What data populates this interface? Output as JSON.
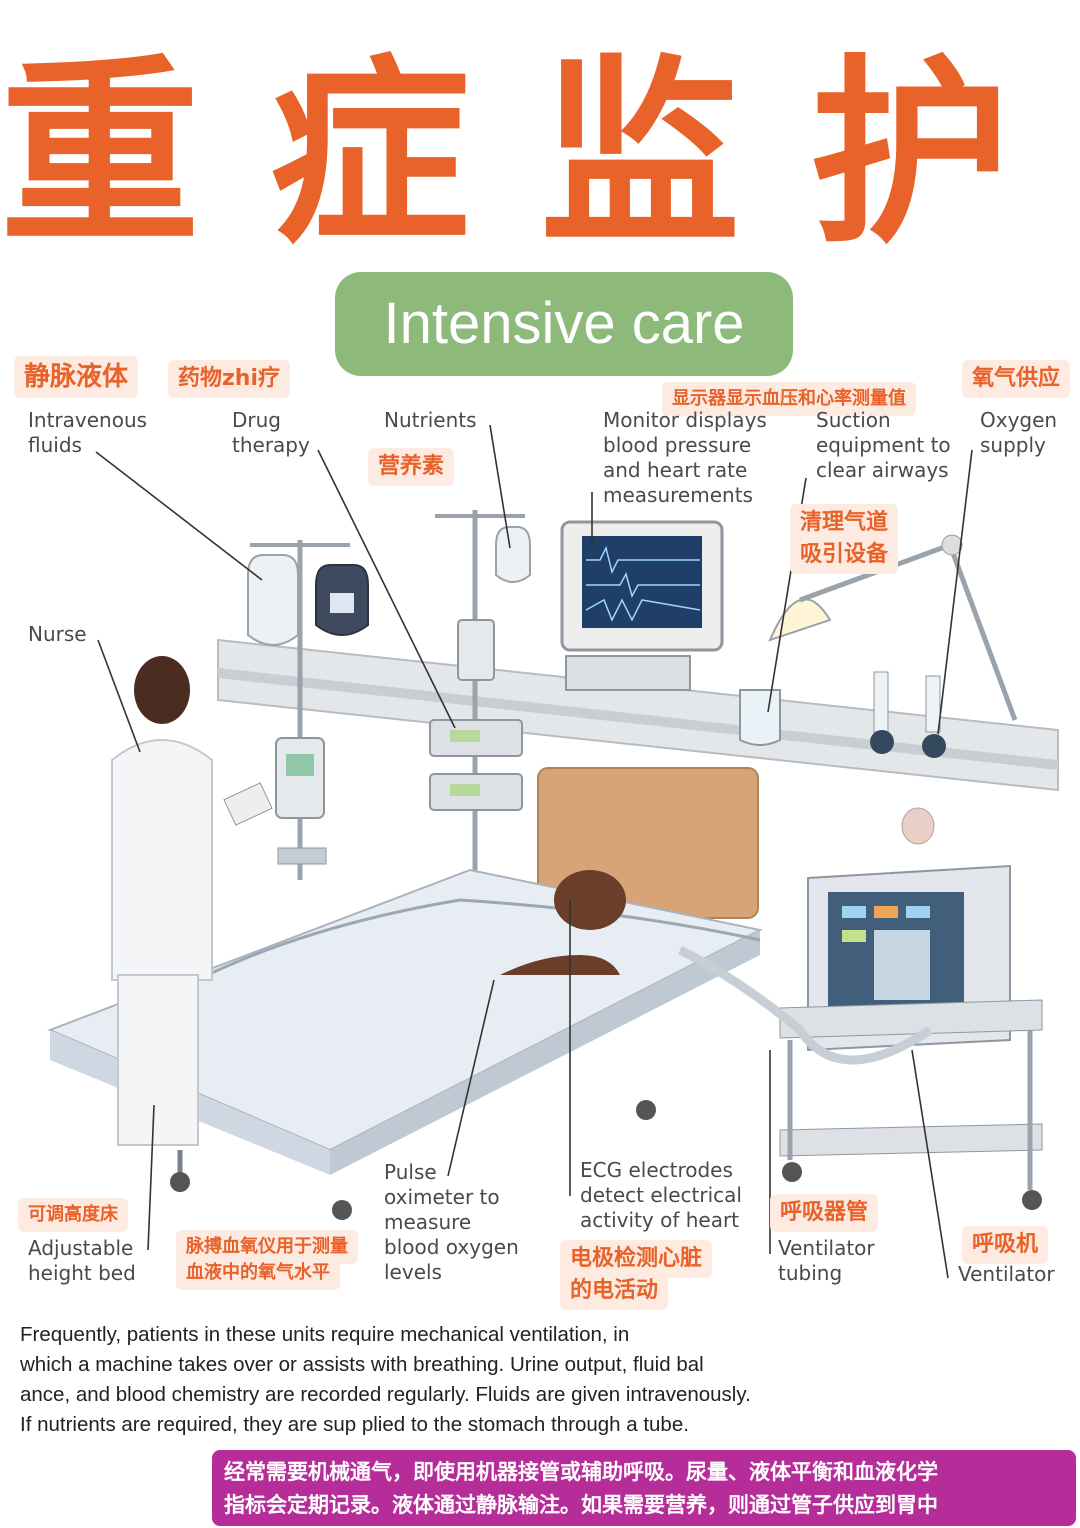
{
  "title": "重症监护",
  "subtitle": "Intensive care",
  "tags": {
    "iv": "静脉液体",
    "drug": "药物zhi疗",
    "nutrients": "营养素",
    "monitor": "显示器显示血压和心率测量值",
    "oxygen": "氧气供应",
    "suction_1": "清理气道",
    "suction_2": "吸引设备",
    "bed": "可调高度床",
    "pulse_1": "脉搏血氧仪用于测量",
    "pulse_2": "血液中的氧气水平",
    "ecg_1": "电极检测心脏",
    "ecg_2": "的电活动",
    "tubing": "呼吸器管",
    "ventilator": "呼吸机"
  },
  "labels": {
    "iv": [
      "Intravenous",
      "fluids"
    ],
    "drug": [
      "Drug",
      "therapy"
    ],
    "nutrients": [
      "Nutrients"
    ],
    "monitor": [
      "Monitor displays",
      "blood pressure",
      "and heart rate",
      "measurements"
    ],
    "suction": [
      "Suction",
      "equipment to",
      "clear airways"
    ],
    "oxygen": [
      "Oxygen",
      "supply"
    ],
    "nurse": [
      "Nurse"
    ],
    "pulse": [
      "Pulse",
      "oximeter to",
      "measure",
      "blood oxygen",
      "levels"
    ],
    "ecg": [
      "ECG electrodes",
      "detect electrical",
      "activity of heart"
    ],
    "bed": [
      "Adjustable",
      "height bed"
    ],
    "tubing": [
      "Ventilator",
      "tubing"
    ],
    "ventilator": [
      "Ventilator"
    ]
  },
  "description": [
    "Frequently, patients in these units require mechanical ventilation, in",
    "which a machine takes over or assists with breathing. Urine output, fluid bal",
    "ance, and blood chemistry are recorded regularly. Fluids are given intravenously.",
    "If nutrients are required, they are sup plied to the stomach through a tube."
  ],
  "translation": [
    "经常需要机械通气，即使用机器接管或辅助呼吸。尿量、液体平衡和血液化学",
    "指标会定期记录。液体通过静脉输注。如果需要营养，则通过管子供应到胃中"
  ],
  "colors": {
    "title": "#E8622A",
    "pill": "#8DB97A",
    "tag_bg": "#FDEBE2",
    "translation_bg": "#B62D9A"
  }
}
